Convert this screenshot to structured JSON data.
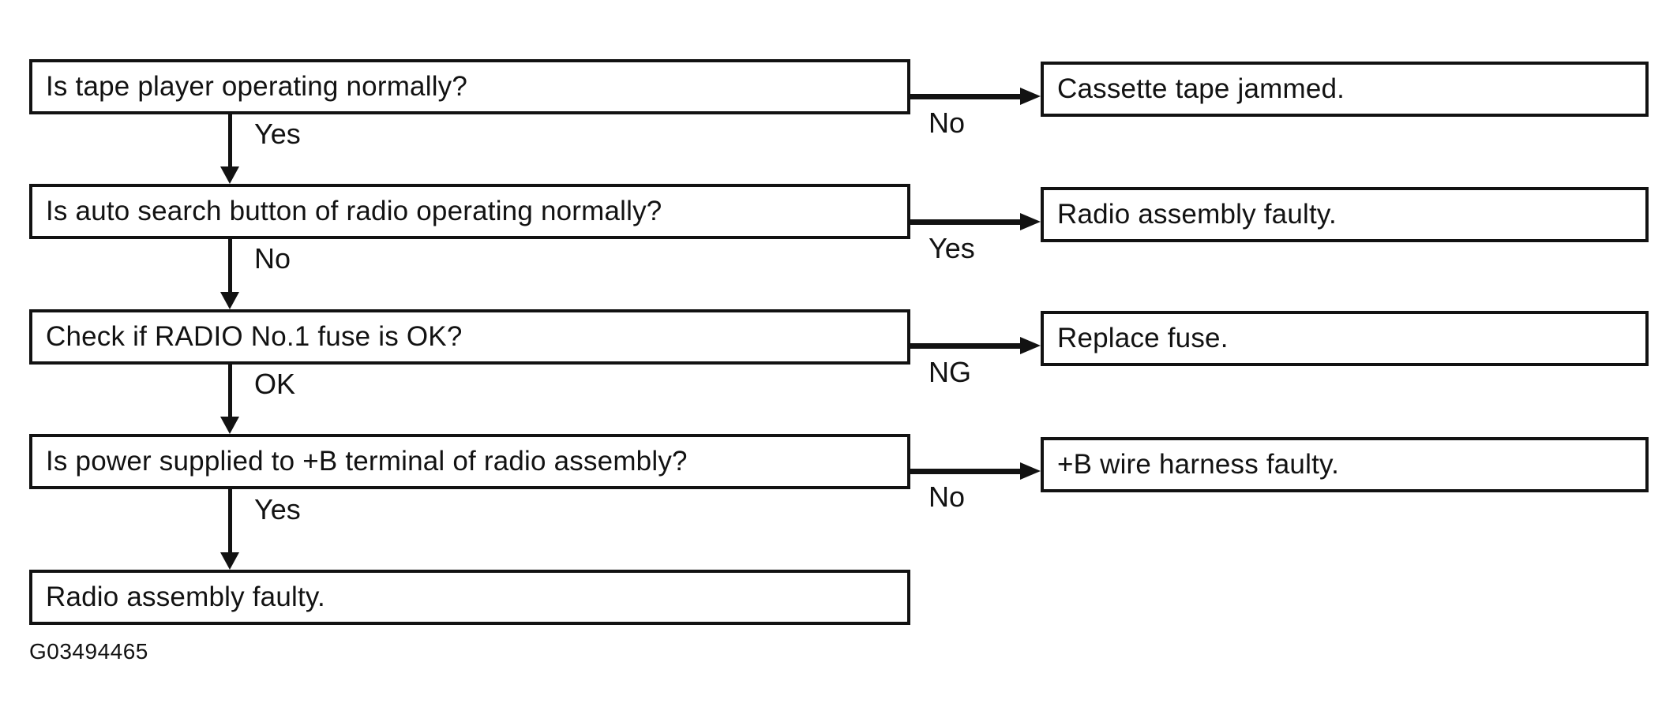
{
  "colors": {
    "ink": "#121212",
    "background": "#ffffff"
  },
  "figure_id": "G03494465",
  "flowchart": {
    "steps": [
      {
        "question": "Is tape player operating normally?",
        "down_label": "Yes",
        "branch_label": "No",
        "branch_result": "Cassette tape jammed."
      },
      {
        "question": "Is auto search button of radio operating normally?",
        "down_label": "No",
        "branch_label": "Yes",
        "branch_result": "Radio assembly faulty."
      },
      {
        "question": "Check if RADIO No.1 fuse is OK?",
        "down_label": "OK",
        "branch_label": "NG",
        "branch_result": "Replace fuse."
      },
      {
        "question": "Is power supplied to +B terminal of radio assembly?",
        "down_label": "Yes",
        "branch_label": "No",
        "branch_result": "+B wire harness faulty."
      }
    ],
    "final_result": "Radio assembly faulty."
  }
}
